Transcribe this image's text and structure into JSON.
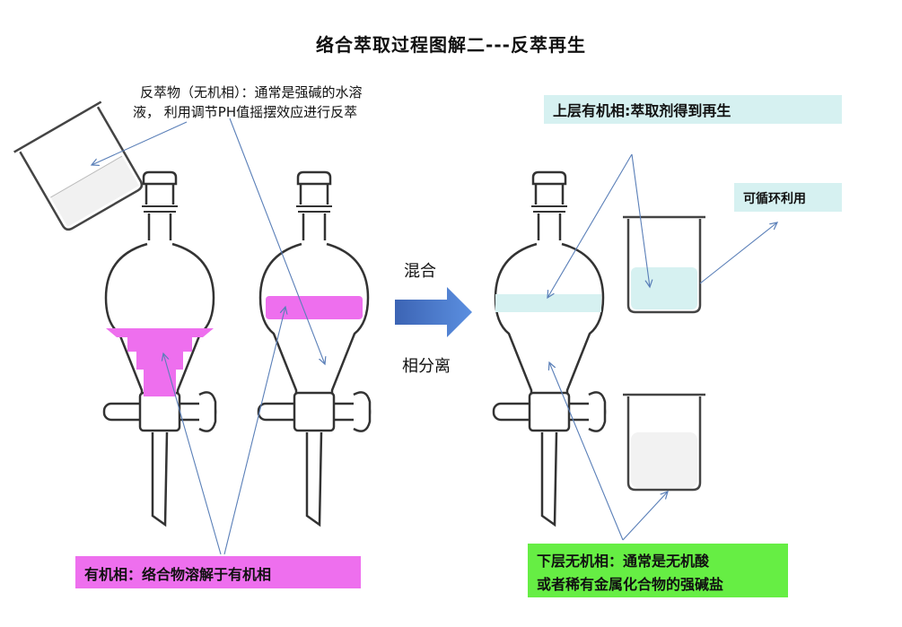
{
  "title": "络合萃取过程图解二---反萃再生",
  "stripping_note": {
    "line1": "反萃物（无机相）：通常是强碱的水溶",
    "line2": "液，  利用调节PH值摇摆效应进行反萃"
  },
  "process": {
    "mix": "混合",
    "separate": "相分离"
  },
  "upper_organic": "上层有机相:萃取剂得到再生",
  "recycle": "可循环利用",
  "organic_phase": "有机相：络合物溶解于有机相",
  "lower_inorganic": {
    "line1": "下层无机相：通常是无机酸",
    "line2": "或者稀有金属化合物的强碱盐"
  },
  "colors": {
    "organic_pink": "#ee6fee",
    "light_cyan": "#d6f1f1",
    "green": "#66ee44",
    "arrow_blue": "#4a78c8",
    "line_blue": "#5a7fb8"
  }
}
